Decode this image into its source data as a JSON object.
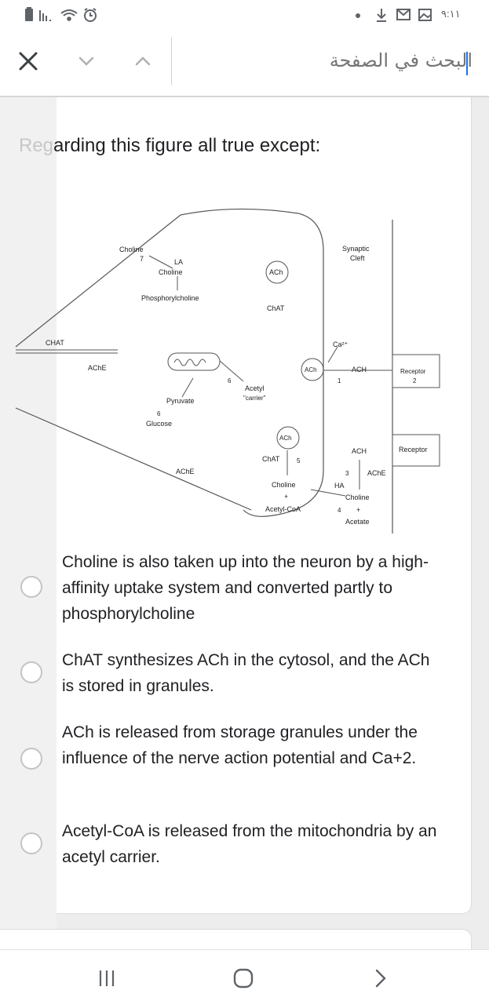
{
  "status_bar": {
    "time": "٩:١١",
    "left_icons": [
      "battery-icon",
      "signal-icon",
      "wifi-icon",
      "alarm-icon"
    ],
    "right_icons": [
      "notification-dot-icon",
      "download-icon",
      "gmail-icon",
      "image-icon"
    ]
  },
  "find_bar": {
    "close_icon": "close-icon",
    "prev_icon": "chevron-down-icon",
    "next_icon": "chevron-up-icon",
    "placeholder": "البحث في الصفحة"
  },
  "question": {
    "faded_prefix": "Reg",
    "text": "arding this figure all true except:"
  },
  "diagram": {
    "labels": {
      "choline_top": "Choline",
      "step7": "7",
      "la": "LA",
      "choline_la": "Choline",
      "phosphorylcholine": "Phosphorylcholine",
      "ach_top": "ACh",
      "chat_mid": "ChAT",
      "synaptic_cleft_1": "Synaptic",
      "synaptic_cleft_2": "Cleft",
      "chat_left": "CHAT",
      "ache_left": "AChE",
      "ca": "Ca²⁺",
      "ach_vesicle": "ACh",
      "ach_cleft": "ACH",
      "step1": "1",
      "receptor1_1": "Receptor",
      "receptor1_2": "2",
      "step6a": "6",
      "acetyl_1": "Acetyl",
      "acetyl_2": "\"carrier\"",
      "pyruvate": "Pyruvate",
      "step6b": "6",
      "glucose": "Glucose",
      "ach_lower": "ACh",
      "chat_lower": "ChAT",
      "step5": "5",
      "ach_lower_cleft": "ACH",
      "receptor2": "Receptor",
      "ache_mid": "AChE",
      "step3": "3",
      "ache_cleft": "AChE",
      "ha": "HA",
      "choline_bottom": "Choline",
      "plus1": "+",
      "acetyl_coa": "Acetyl-CoA",
      "choline_cleft": "Choline",
      "step4": "4",
      "plus2": "+",
      "acetate": "Acetate"
    }
  },
  "options": [
    {
      "text": "Choline is also taken up into the neuron by a high-affinity uptake system and converted partly to phosphorylcholine"
    },
    {
      "text": "ChAT synthesizes ACh in the cytosol, and the ACh is stored in granules."
    },
    {
      "text": "ACh is released from storage granules under the influence of the nerve action potential and Ca+2."
    },
    {
      "text": "Acetyl-CoA is released from the mitochondria by an acetyl carrier."
    }
  ],
  "nav_bar": {
    "recent_icon": "recent-apps-icon",
    "home_icon": "home-icon",
    "back_icon": "back-chevron-icon"
  }
}
